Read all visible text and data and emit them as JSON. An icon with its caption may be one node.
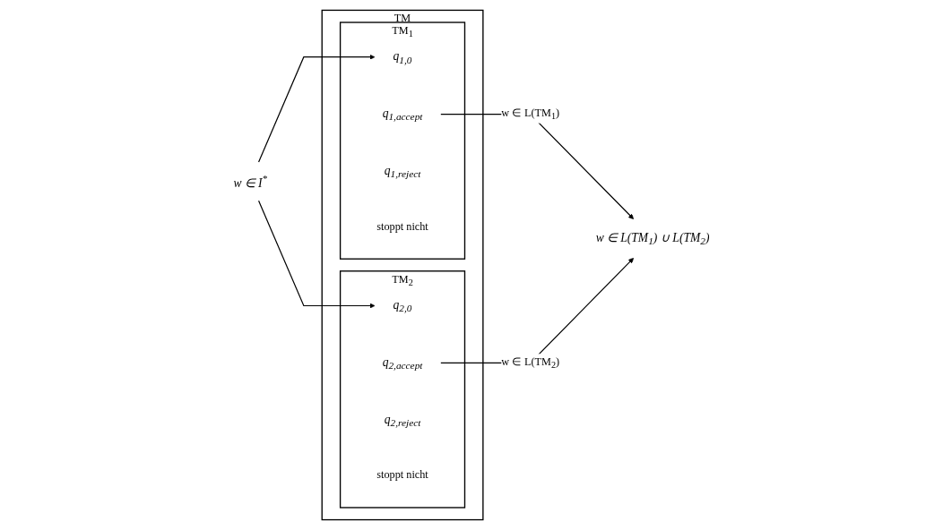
{
  "diagram": {
    "nodes": [
      {
        "text": [
          "TM"
        ]
      },
      {
        "text": [
          "w ∈ I$^{*}$"
        ]
      },
      {
        "text": [
          "TM$_{1}$"
        ],
        "in": 0
      },
      {
        "text": [
          "q$_{1,0}$"
        ],
        "in": 2
      },
      {
        "text": [
          "q$_{1,accept}$"
        ],
        "in": 2
      },
      {
        "text": [
          "q$_{1,reject}$"
        ],
        "in": 2
      },
      {
        "text": [
          "stoppt nicht"
        ],
        "in": 2
      },
      {
        "text": [
          "TM$_{2}$"
        ],
        "in": 0
      },
      {
        "text": [
          "q$_{2,0}$"
        ],
        "in": 7
      },
      {
        "text": [
          "q$_{2,accept}$"
        ],
        "in": 7
      },
      {
        "text": [
          "q$_{2,reject}$"
        ],
        "in": 7
      },
      {
        "text": [
          "stoppt nicht"
        ],
        "in": 7
      },
      {
        "text": [
          "w ∈ L(TM$_{1}$) ∪ L(TM$_{2}$)"
        ]
      }
    ],
    "edges": [
      {
        "from": 1,
        "to": 3,
        "arrow": "to"
      },
      {
        "from": 1,
        "to": 8,
        "arrow": "to"
      },
      {
        "from": 4,
        "to": 12,
        "arrow": "to",
        "label": "w ∈ L(TM$_{1}$)"
      },
      {
        "from": 9,
        "to": 12,
        "arrow": "to",
        "label": "w ∈ L(TM$_{2}$)"
      }
    ]
  }
}
